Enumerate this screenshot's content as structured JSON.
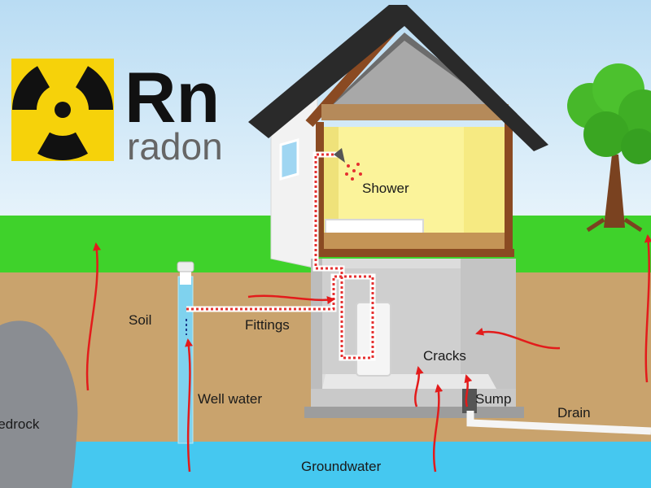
{
  "logo": {
    "symbol": "Rn",
    "name": "radon",
    "symbol_color": "#111111",
    "name_color": "#666666",
    "badge_color": "#f6d20a",
    "icon": "radiation-trefoil-icon"
  },
  "labels": {
    "shower": "Shower",
    "soil": "Soil",
    "fittings": "Fittings",
    "cracks": "Cracks",
    "well_water": "Well water",
    "sump": "Sump",
    "drain": "Drain",
    "bedrock": "Bedrock",
    "groundwater": "Groundwater"
  },
  "colors": {
    "sky": "#cfe8f7",
    "grass": "#3fd22b",
    "soil": "#c9a36d",
    "groundwater": "#45c8f0",
    "bedrock": "#8a8d92",
    "roof": "#2a2a2a",
    "house_frame": "#8a4a22",
    "room_light": "#fbf39a",
    "arrow": "#e31b1b",
    "pipe_path": "#e53030"
  }
}
